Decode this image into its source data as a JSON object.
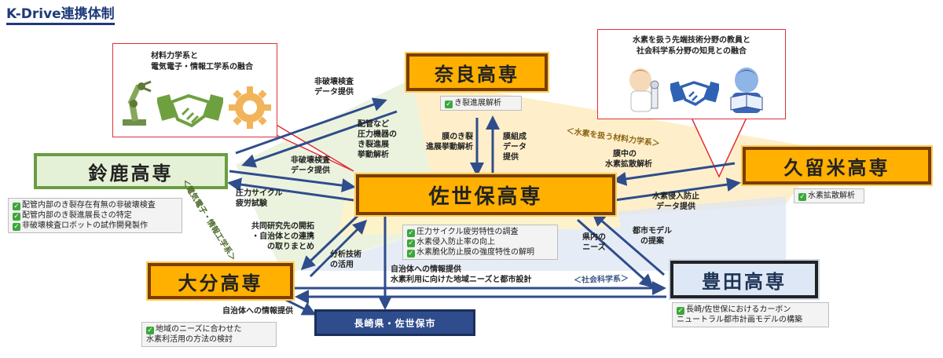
{
  "title": "K-Drive連携体制",
  "nodes": {
    "nara": "奈良高専",
    "suzuka": "鈴鹿高専",
    "sasebo": "佐世保高専",
    "kurume": "久留米高専",
    "oita": "大分高専",
    "toyota": "豊田高専",
    "nagasaki": "長崎県・佐世保市"
  },
  "notes": {
    "nara": [
      "き裂進展解析"
    ],
    "suzuka": [
      "配管内部のき裂存在有無の非破壊検査",
      "配管内部のき裂進展長さの特定",
      "非破壊検査ロボットの試作開発製作"
    ],
    "sasebo": [
      "圧力サイクル疲労特性の調査",
      "水素侵入防止率の向上",
      "水素脆化防止膜の強度特性の解明"
    ],
    "kurume": [
      "水素拡散解析"
    ],
    "oita": [
      "地域のニーズに合わせた",
      "水素利活用の方法の検討"
    ],
    "toyota": [
      "長崎/佐世保におけるカーボン",
      "ニュートラル都市計画モデルの構築"
    ]
  },
  "callouts": {
    "left": [
      "材料力学系と",
      "電気電子・情報工学系の融合"
    ],
    "right": [
      "水素を扱う先端技術分野の教員と",
      "社会科学系分野の知見との融合"
    ]
  },
  "edge_labels": {
    "suzuka_nara": [
      "非破壊検査",
      "データ提供"
    ],
    "nara_suzuka": [
      "配管など",
      "圧力機器の",
      "き裂進展",
      "挙動解析"
    ],
    "suzuka_sasebo": [
      "非破壊検査",
      "データ提供"
    ],
    "sasebo_suzuka": [
      "圧力サイクル",
      "疲労試験"
    ],
    "nara_sasebo": [
      "膜のき裂",
      "進展挙動解析"
    ],
    "sasebo_nara": [
      "膜組成",
      "データ",
      "提供"
    ],
    "kurume_sasebo_top": [
      "膜中の",
      "水素拡散解析"
    ],
    "kurume_sasebo_bottom": [
      "水素侵入防止",
      "データ提供"
    ],
    "sasebo_oita_task": [
      "共同研究先の開拓",
      "・自治体との連携",
      "の取りまとめ"
    ],
    "oita_sasebo": [
      "分析技術",
      "の活用"
    ],
    "sasebo_toyota_needs": [
      "県内の",
      "ニーズ"
    ],
    "toyota_sasebo": [
      "都市モデル",
      "の提案"
    ],
    "sasebo_nagasaki": [
      "自治体への情報提供",
      "水素利用に向けた地域ニーズと都市設計"
    ],
    "oita_nagasaki": [
      "自治体への情報提供"
    ]
  },
  "band_labels": {
    "materials": "＜水素を扱う材料力学系＞",
    "electrical": "＜電気電子・情報工学系＞",
    "social": "＜社会科学系＞"
  },
  "colors": {
    "orange": "#ffb000",
    "brown": "#7a3d00",
    "green_border": "#6a9d42",
    "navy": "#2f4d8c",
    "arrow": "#2f4d8c",
    "callout_border": "#e0303a"
  },
  "icons": [
    "robot-arm-icon",
    "handshake-icon",
    "gear-icon",
    "scientist-icon",
    "student-reading-icon"
  ]
}
